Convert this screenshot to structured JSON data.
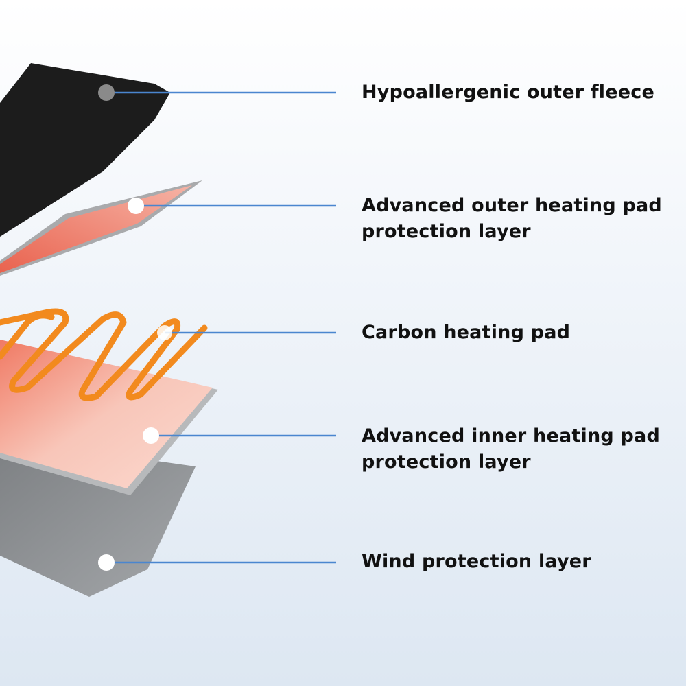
{
  "labels": [
    {
      "text": "Hypoallergenic outer fleece"
    },
    {
      "text": "Advanced outer heating pad protection layer"
    },
    {
      "text": "Carbon heating pad"
    },
    {
      "text": "Advanced inner heating pad protection layer"
    },
    {
      "text": "Wind protection layer"
    }
  ],
  "colors": {
    "leader_line": "#4a86cf",
    "fleece": "#1c1c1c",
    "heating_wire": "#f28a1e",
    "inner_pad": "#f7c4b8",
    "wind_layer": "#8f9294"
  }
}
